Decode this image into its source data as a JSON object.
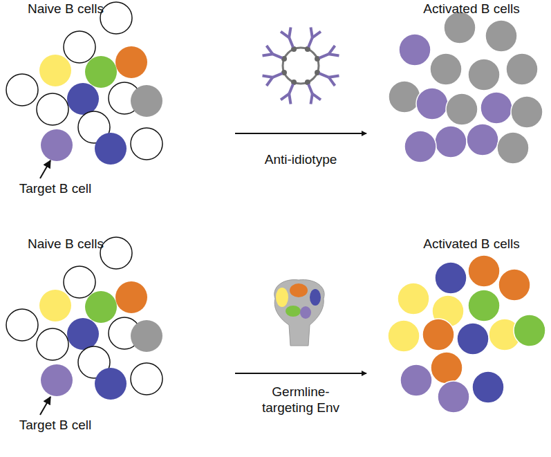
{
  "diagram": {
    "labels": [
      "Naive B cells",
      "Activated B cells",
      "Anti-idiotype",
      "Target B cell",
      "Naive B cells",
      "Activated B cells",
      "Germline- targeting Env",
      "Target B cell"
    ]
  }
}
